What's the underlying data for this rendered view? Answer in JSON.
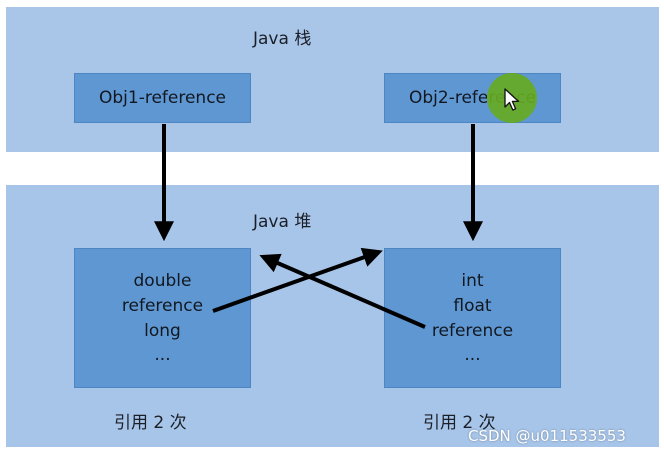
{
  "stack": {
    "title": "Java 栈"
  },
  "heap": {
    "title": "Java 堆"
  },
  "references": [
    {
      "label": "Obj1-reference"
    },
    {
      "label": "Obj2-reference"
    }
  ],
  "objects": [
    {
      "fields": [
        "double",
        "reference",
        "long",
        "..."
      ],
      "count_label": "引用 2 次"
    },
    {
      "fields": [
        "int",
        "float",
        "reference",
        "..."
      ],
      "count_label": "引用 2 次"
    }
  ],
  "watermark": "CSDN @u011533553",
  "colors": {
    "region_bg": "#a9c6e8",
    "box_fill": "#5f97d3",
    "arrow": "#000000",
    "cursor_highlight": "#66aa22"
  },
  "icons": {
    "cursor": "mouse-pointer-icon"
  }
}
